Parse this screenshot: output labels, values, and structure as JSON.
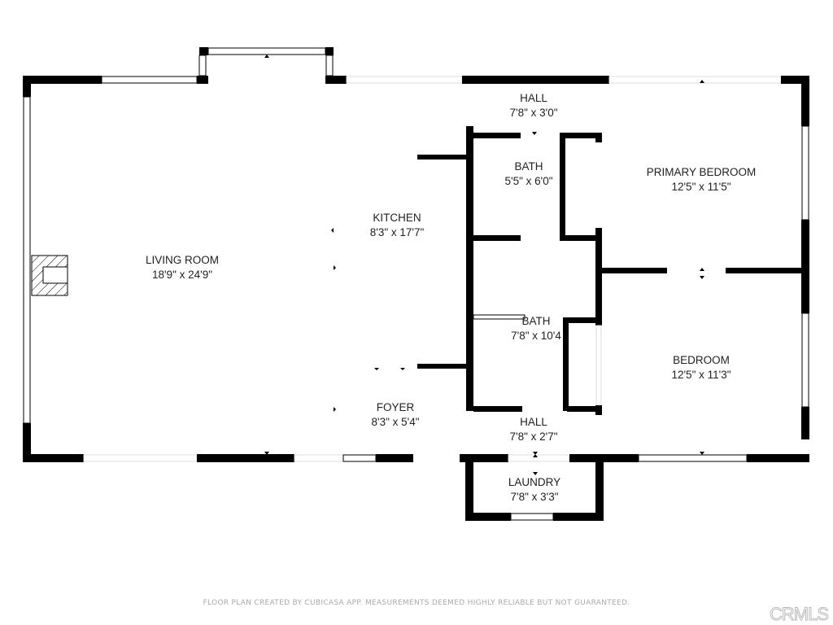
{
  "rooms": [
    {
      "name": "LIVING ROOM",
      "size": "18'9\" x 24'9\""
    },
    {
      "name": "KITCHEN",
      "size": "8'3\" x 17'7\""
    },
    {
      "name": "FOYER",
      "size": "8'3\" x 5'4\""
    },
    {
      "name": "HALL",
      "size": "7'8\" x 3'0\""
    },
    {
      "name": "BATH",
      "size": "5'5\" x 6'0\""
    },
    {
      "name": "BATH",
      "size": "7'8\" x 10'4"
    },
    {
      "name": "HALL",
      "size": "7'8\" x 2'7\""
    },
    {
      "name": "LAUNDRY",
      "size": "7'8\" x 3'3\""
    },
    {
      "name": "PRIMARY BEDROOM",
      "size": "12'5\" x 11'5\""
    },
    {
      "name": "BEDROOM",
      "size": "12'5\" x 11'3\""
    }
  ],
  "footer": "FLOOR PLAN CREATED BY CUBICASA APP. MEASUREMENTS DEEMED HIGHLY RELIABLE BUT NOT GUARANTEED.",
  "watermark": "CRMLS"
}
